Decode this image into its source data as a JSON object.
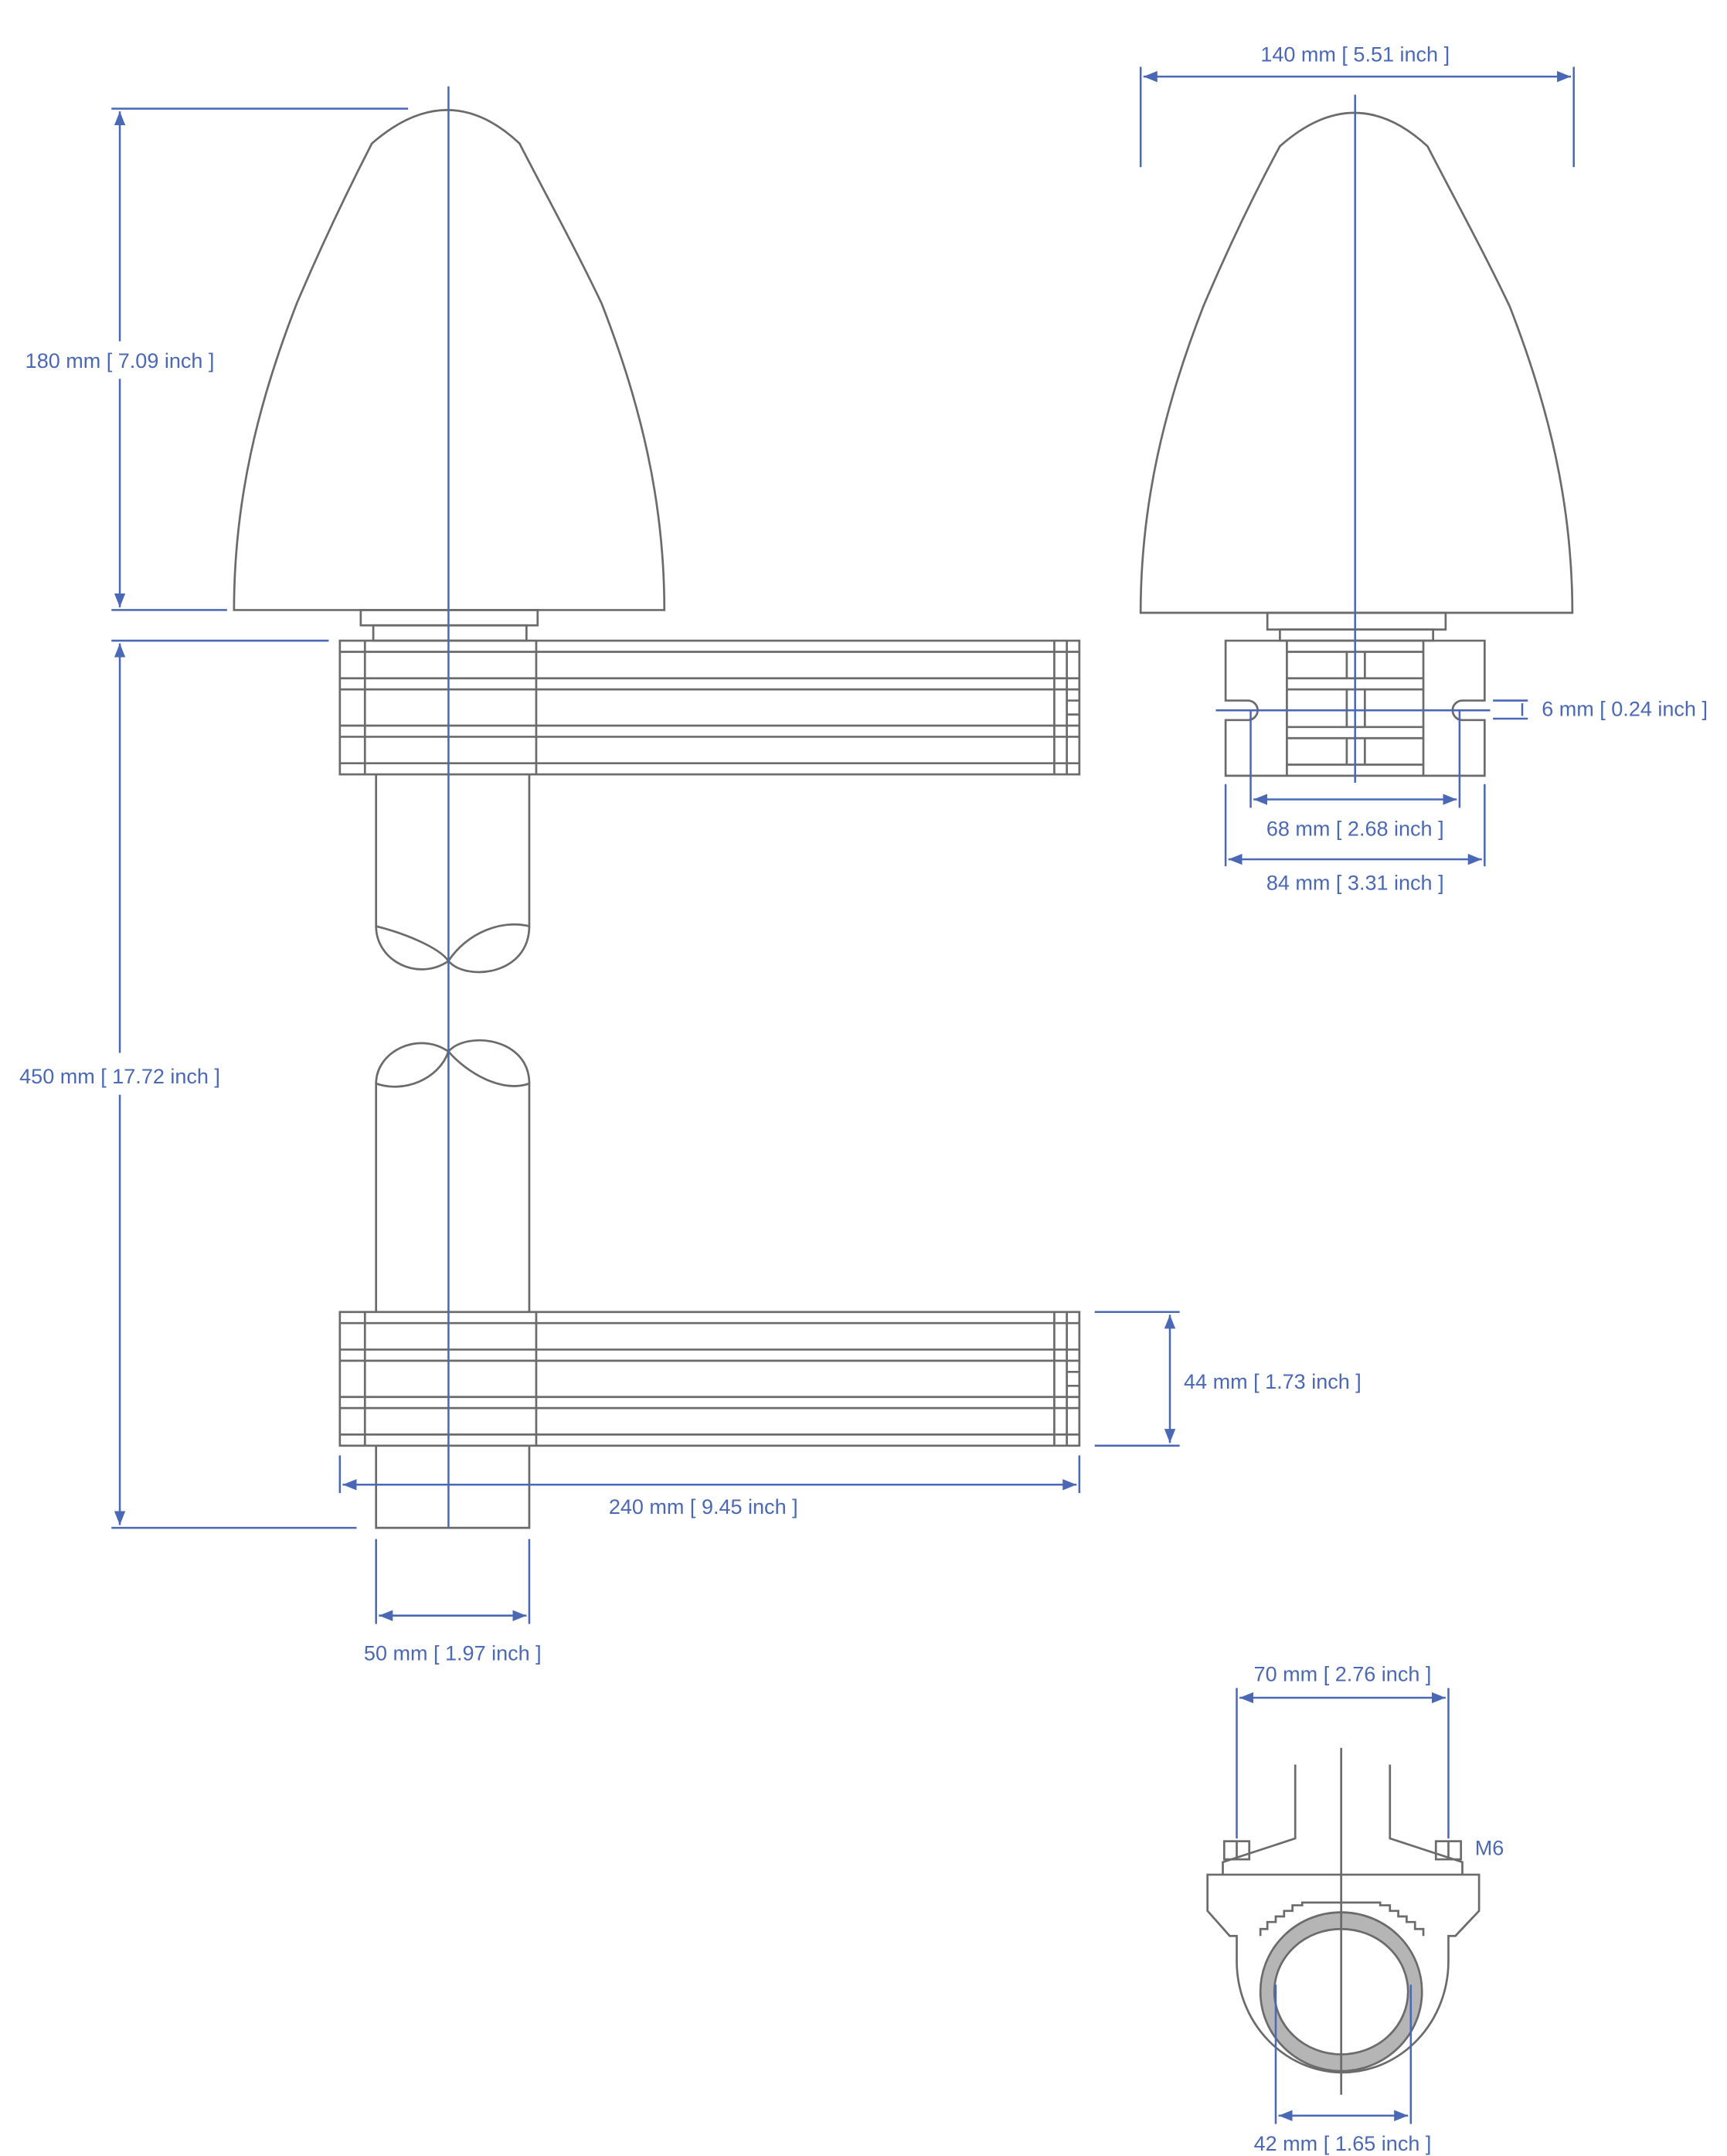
{
  "colors": {
    "dimension": "#4a68b5",
    "outline": "#6b6b6b",
    "tube_fill": "#b5b5b5"
  },
  "side_view": {
    "height_dome": "180 mm [ 7.09 inch ]",
    "height_total": "450 mm [ 17.72 inch ]",
    "crossbar_height": "44 mm [ 1.73 inch ]",
    "crossbar_length": "240 mm [ 9.45 inch ]",
    "pipe_diameter": "50 mm [ 1.97 inch ]"
  },
  "front_view": {
    "dome_width": "140 mm [ 5.51 inch ]",
    "slot_width": "6 mm [ 0.24 inch ]",
    "slot_spacing": "68 mm [ 2.68 inch ]",
    "block_width": "84 mm [ 3.31 inch ]"
  },
  "clamp_view": {
    "bolt_spacing": "70 mm [ 2.76 inch ]",
    "bolt_label": "M6",
    "tube_diameter": "42 mm [ 1.65 inch ]"
  }
}
